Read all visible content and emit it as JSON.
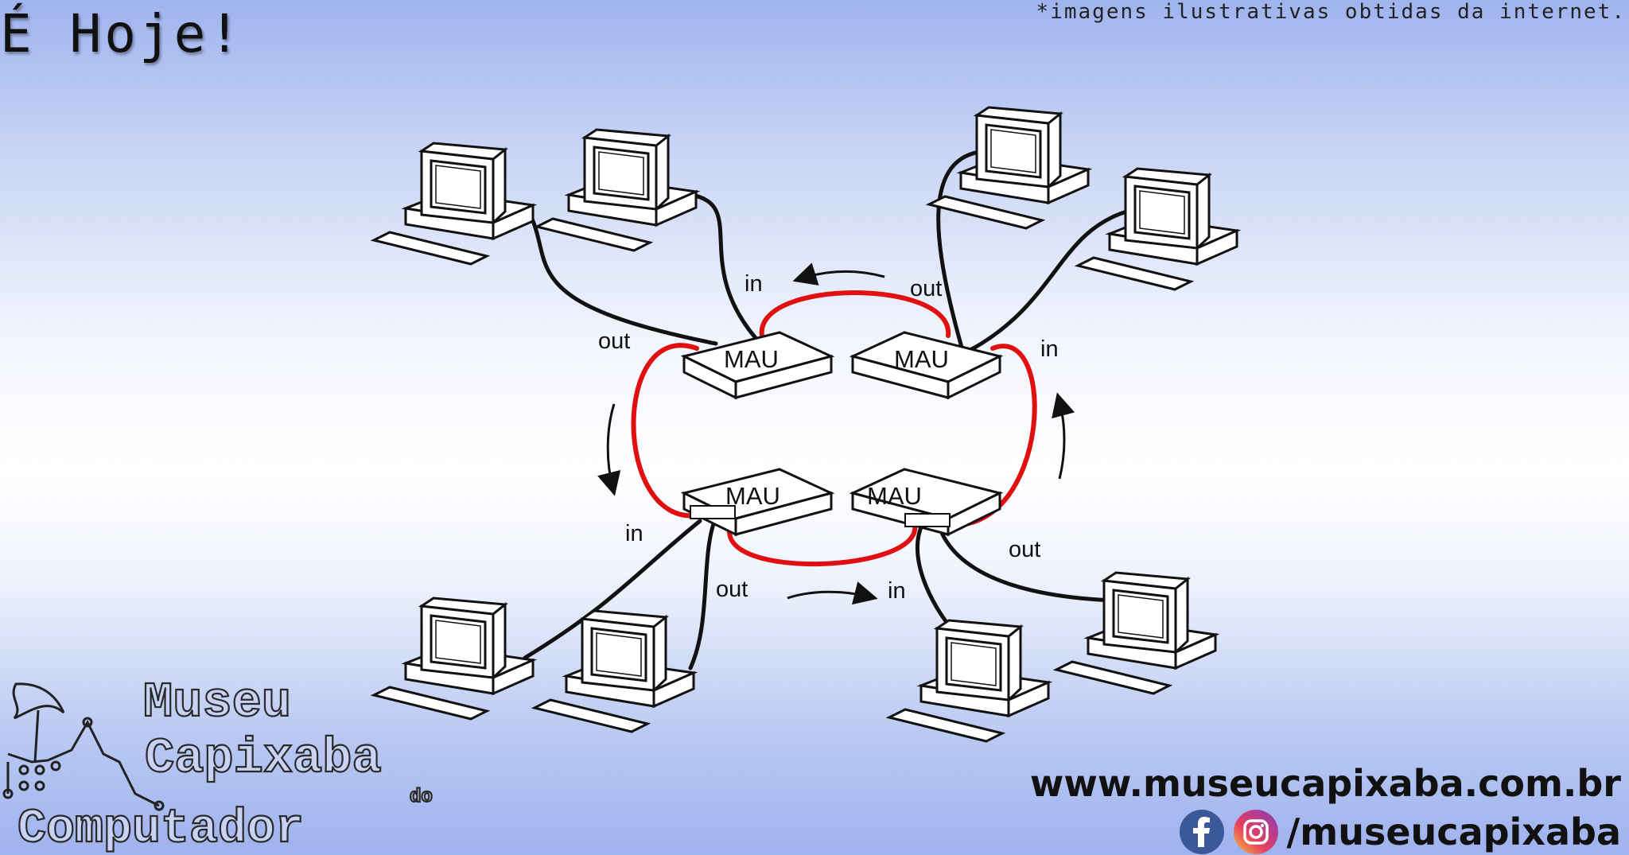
{
  "header": {
    "title": "É Hoje!",
    "note": "*imagens ilustrativas obtidas da internet."
  },
  "diagram": {
    "mau_label": "MAU",
    "port_in": "in",
    "port_out": "out",
    "ring_color": "#e01010",
    "cable_color": "#111111"
  },
  "footer": {
    "website": "www.museucapixaba.com.br",
    "social_handle": "/museucapixaba",
    "logo": {
      "line1": "Museu",
      "line2": "Capixaba",
      "line3": "do",
      "line4": "Computador"
    }
  },
  "icons": [
    "facebook-icon",
    "instagram-icon",
    "computer-icon",
    "mau-hub-icon",
    "flow-arrow-icon"
  ]
}
